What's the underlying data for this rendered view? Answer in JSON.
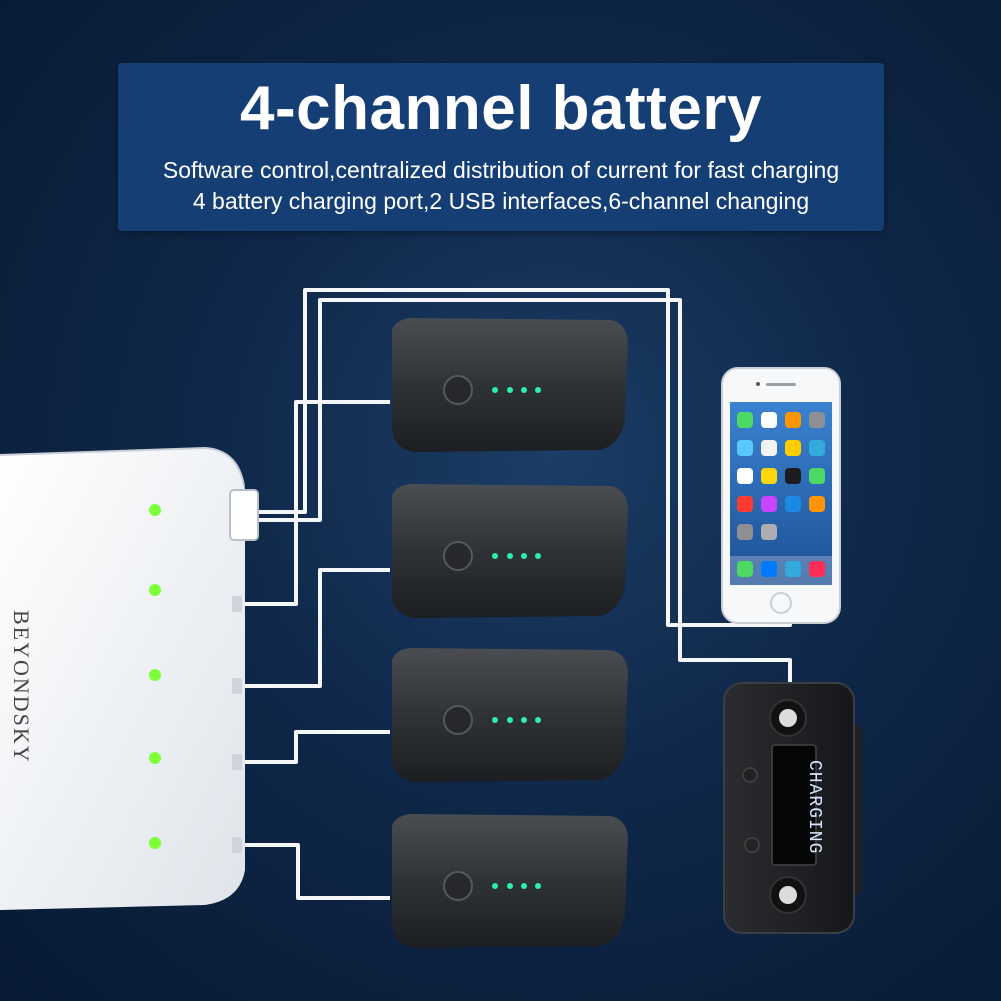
{
  "banner": {
    "title": "4-channel battery",
    "line1": "Software control,centralized distribution of current for fast charging",
    "line2": "4 battery charging port,2 USB interfaces,6-channel changing"
  },
  "hub": {
    "brand": "BEYONDSKY",
    "led_color": "#7dff3a",
    "led_count": 5
  },
  "batteries": {
    "count": 4,
    "leds_per_battery": 4,
    "led_color": "#2df0a8"
  },
  "remote": {
    "screen_text": "CHARGING"
  },
  "colors": {
    "background": "#0f2748",
    "banner": "#153e74",
    "cable": "#f4f6f8"
  }
}
